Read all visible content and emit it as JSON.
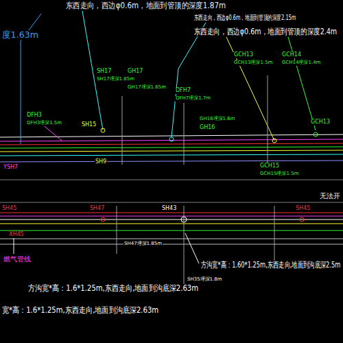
{
  "diagram": {
    "labels": [
      "东西走向，西边φ0.6m，地面到管顶的深度1.87m",
      "度1.63m",
      "东西走向，西边φ0.6m，地面到管顶的深度2.15m",
      "东西走向，西边φ0.6m，地面到管顶的深度2.4m",
      "SH17",
      "GH17",
      "SH15",
      "DFH3",
      "SH9",
      "YSH7",
      "DFH7",
      "GCH13",
      "GCH14",
      "GH16",
      "GCH15",
      "GCH13",
      "SH17埋深1.85m",
      "GH17埋深1.65m",
      "DFH3埋深1.5m",
      "DFH7埋深1.7m",
      "GCH13埋深1.5m",
      "GCH14埋深1.4m",
      "GH16埋深1.6m",
      "GCH15埋深1.5m",
      "SH45",
      "XH45",
      "SH47",
      "SH43",
      "SH45",
      "燃气管线",
      "SH47埋深1.85m",
      "SH35埋深1.8m",
      "无法开",
      "方沟宽*高：1.60*1.25m,东西走向,地面到沟底深2.5m",
      "方沟宽*高：1.6*1.25m,东西走向,地面到沟底深2.63m",
      "宽*高：1.6*1.25m,东西走向,地面到沟底深2.63m"
    ]
  }
}
